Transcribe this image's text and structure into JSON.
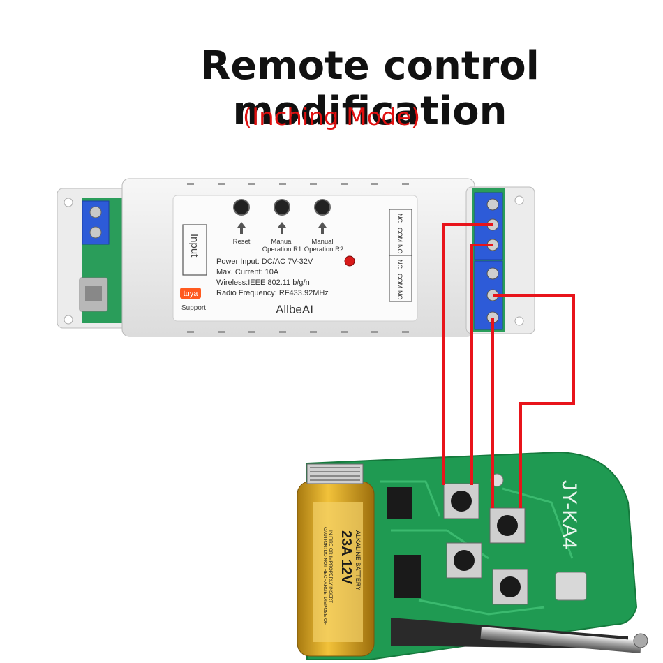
{
  "heading": {
    "title": "Remote control modification",
    "subtitle": "(Inching  Mode)"
  },
  "relay_module": {
    "brand": "AllbeAI",
    "input_label": "Input",
    "tuya_logo": "tuya",
    "support_label": "Support",
    "buttons": [
      {
        "line1": "Reset",
        "line2": ""
      },
      {
        "line1": "Manual",
        "line2": "Operation R1"
      },
      {
        "line1": "Manual",
        "line2": "Operation R2"
      }
    ],
    "specs": [
      "Power Input:  DC/AC 7V-32V",
      "Max. Current:  10A",
      "Wireless:IEEE 802.11 b/g/n",
      "Radio Frequency:  RF433.92MHz"
    ],
    "terminal_labels_top": [
      "NO",
      "COM",
      "NC"
    ],
    "terminal_labels_bottom": [
      "NO",
      "COM",
      "NC"
    ]
  },
  "remote_board": {
    "model": "JY-KA4",
    "battery_text_1": "23A 12V",
    "battery_text_2": "ALKALINE BATTERY",
    "battery_text_3": "CAUTION: DO NOT RECHARGE, DISPOSE OF",
    "battery_text_4": "IN FIRE OR IMPROPERLY INSERT"
  },
  "colors": {
    "wire": "#e8141b",
    "terminal_blue": "#2d5bd8",
    "pcb_green": "#1f9a52",
    "battery_gold": "#d9a21a"
  }
}
